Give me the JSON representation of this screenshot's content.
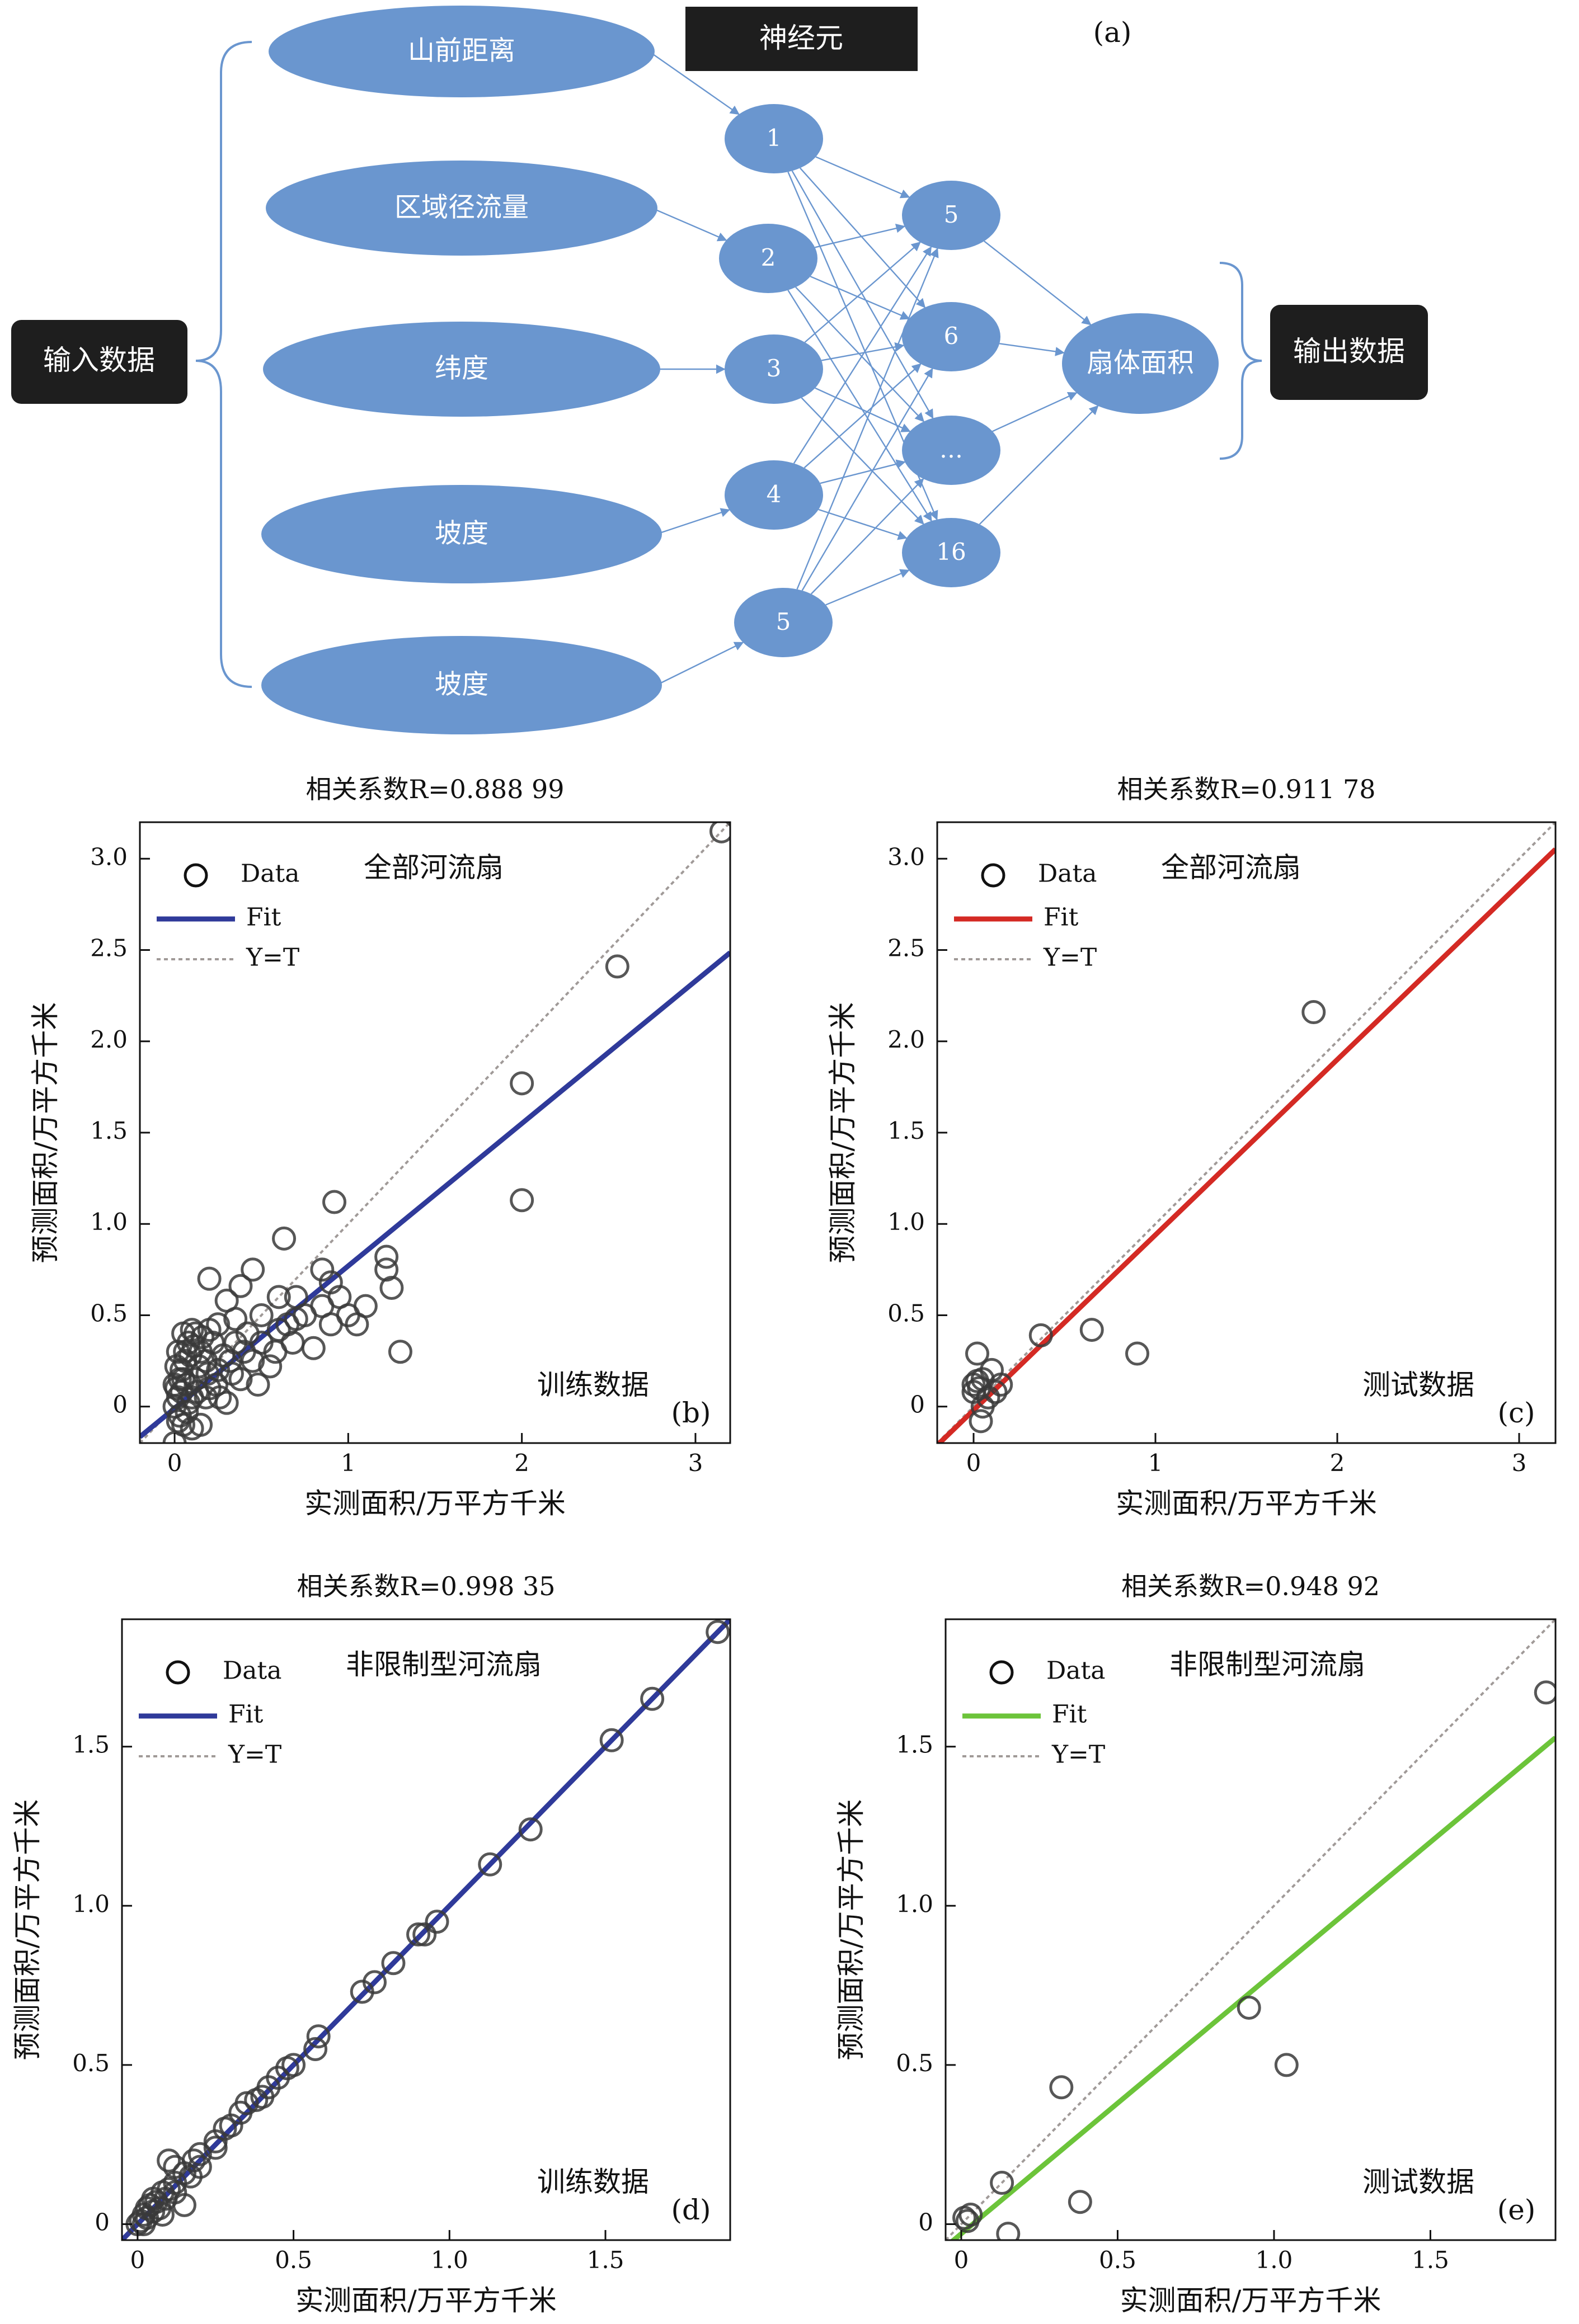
{
  "diagram": {
    "panel_label": "(a)",
    "hidden_title": "神经元",
    "input_label": "输入数据",
    "output_label": "输出数据",
    "inputs": [
      "山前距离",
      "区域径流量",
      "纬度",
      "坡度",
      "坡度"
    ],
    "layer1": [
      "1",
      "2",
      "3",
      "4",
      "5"
    ],
    "layer2": [
      "5",
      "6",
      "…",
      "16"
    ],
    "output_node": "扇体面积",
    "colors": {
      "node": "#6a96cf",
      "edge": "#6a96cf",
      "box": "#1e1e1e"
    }
  },
  "chart_data": [
    {
      "type": "scatter",
      "title": "相关系数R=0.888 99",
      "panel": "(b)",
      "annotation": "全部河流扇",
      "subset": "训练数据",
      "xlabel": "实测面积/万平方千米",
      "ylabel": "预测面积/万平方千米",
      "xlim": [
        -0.2,
        3.2
      ],
      "ylim": [
        -0.2,
        3.2
      ],
      "xticks": [
        "0",
        "1",
        "2",
        "3"
      ],
      "yticks": [
        "0",
        "0.5",
        "1.0",
        "1.5",
        "2.0",
        "2.5",
        "3.0"
      ],
      "legend": [
        "Data",
        "Fit",
        "Y=T"
      ],
      "fit_color": "#2f3a9a",
      "fit": {
        "slope": 0.78,
        "intercept": -0.01
      },
      "points": [
        [
          3.15,
          3.15
        ],
        [
          2.55,
          2.41
        ],
        [
          2.0,
          1.77
        ],
        [
          2.0,
          1.13
        ],
        [
          0.92,
          1.12
        ],
        [
          0.63,
          0.92
        ],
        [
          1.22,
          0.82
        ],
        [
          1.22,
          0.75
        ],
        [
          1.25,
          0.65
        ],
        [
          1.3,
          0.3
        ],
        [
          0.85,
          0.75
        ],
        [
          0.7,
          0.6
        ],
        [
          0.75,
          0.5
        ],
        [
          0.85,
          0.55
        ],
        [
          0.9,
          0.45
        ],
        [
          1.0,
          0.5
        ],
        [
          1.1,
          0.55
        ],
        [
          0.9,
          0.68
        ],
        [
          0.6,
          0.42
        ],
        [
          0.5,
          0.5
        ],
        [
          0.45,
          0.75
        ],
        [
          0.38,
          0.66
        ],
        [
          0.3,
          0.58
        ],
        [
          0.25,
          0.45
        ],
        [
          0.2,
          0.7
        ],
        [
          0.35,
          0.35
        ],
        [
          0.4,
          0.3
        ],
        [
          0.55,
          0.22
        ],
        [
          0.6,
          0.6
        ],
        [
          0.8,
          0.32
        ],
        [
          0.3,
          0.02
        ],
        [
          0.15,
          0.3
        ],
        [
          0.12,
          0.4
        ],
        [
          0.18,
          0.25
        ],
        [
          0.25,
          0.2
        ],
        [
          0.08,
          0.35
        ],
        [
          0.06,
          0.25
        ],
        [
          0.05,
          0.15
        ],
        [
          0.02,
          0.05
        ],
        [
          0.0,
          0.0
        ],
        [
          0.03,
          -0.05
        ],
        [
          0.05,
          -0.1
        ],
        [
          0.1,
          -0.12
        ],
        [
          0.15,
          -0.1
        ],
        [
          0.0,
          -0.2
        ],
        [
          0.02,
          0.3
        ],
        [
          0.04,
          0.2
        ],
        [
          0.07,
          0.12
        ],
        [
          0.1,
          0.05
        ],
        [
          0.12,
          0.15
        ],
        [
          0.2,
          0.1
        ],
        [
          0.22,
          0.35
        ],
        [
          0.28,
          0.28
        ],
        [
          0.33,
          0.18
        ],
        [
          0.45,
          0.25
        ],
        [
          0.5,
          0.35
        ],
        [
          0.65,
          0.45
        ],
        [
          0.7,
          0.48
        ],
        [
          0.01,
          0.1
        ],
        [
          0.03,
          0.15
        ],
        [
          0.08,
          0.02
        ],
        [
          0.14,
          0.22
        ],
        [
          0.18,
          0.05
        ],
        [
          0.24,
          0.12
        ],
        [
          0.06,
          0.3
        ],
        [
          0.09,
          0.28
        ],
        [
          0.11,
          0.33
        ],
        [
          0.16,
          0.38
        ],
        [
          0.01,
          0.22
        ],
        [
          0.02,
          -0.08
        ],
        [
          0.04,
          0.08
        ],
        [
          0.13,
          0.08
        ],
        [
          0.19,
          0.18
        ],
        [
          0.35,
          0.48
        ],
        [
          0.42,
          0.4
        ],
        [
          0.48,
          0.12
        ],
        [
          0.58,
          0.3
        ],
        [
          0.68,
          0.35
        ],
        [
          0.95,
          0.6
        ],
        [
          1.05,
          0.45
        ],
        [
          0.26,
          0.05
        ],
        [
          0.32,
          0.25
        ],
        [
          0.38,
          0.15
        ],
        [
          0.07,
          -0.03
        ],
        [
          0.0,
          0.12
        ],
        [
          0.05,
          0.4
        ],
        [
          0.1,
          0.42
        ],
        [
          0.2,
          0.42
        ]
      ]
    },
    {
      "type": "scatter",
      "title": "相关系数R=0.911 78",
      "panel": "(c)",
      "annotation": "全部河流扇",
      "subset": "测试数据",
      "xlabel": "实测面积/万平方千米",
      "ylabel": "预测面积/万平方千米",
      "xlim": [
        -0.2,
        3.2
      ],
      "ylim": [
        -0.2,
        3.2
      ],
      "xticks": [
        "0",
        "1",
        "2",
        "3"
      ],
      "yticks": [
        "0",
        "0.5",
        "1.0",
        "1.5",
        "2.0",
        "2.5",
        "3.0"
      ],
      "legend": [
        "Data",
        "Fit",
        "Y=T"
      ],
      "fit_color": "#d42a24",
      "fit": {
        "slope": 0.96,
        "intercept": -0.02
      },
      "points": [
        [
          1.87,
          2.16
        ],
        [
          0.65,
          0.42
        ],
        [
          0.9,
          0.29
        ],
        [
          0.37,
          0.39
        ],
        [
          0.02,
          0.29
        ],
        [
          0.1,
          0.2
        ],
        [
          0.05,
          0.15
        ],
        [
          0.0,
          0.12
        ],
        [
          0.03,
          0.1
        ],
        [
          0.08,
          0.05
        ],
        [
          0.12,
          0.08
        ],
        [
          0.15,
          0.12
        ],
        [
          0.05,
          0.0
        ],
        [
          0.0,
          0.08
        ],
        [
          0.04,
          -0.08
        ],
        [
          0.02,
          0.14
        ]
      ]
    },
    {
      "type": "scatter",
      "title": "相关系数R=0.998 35",
      "panel": "(d)",
      "annotation": "非限制型河流扇",
      "subset": "训练数据",
      "xlabel": "实测面积/万平方千米",
      "ylabel": "预测面积/万平方千米",
      "xlim": [
        -0.05,
        1.9
      ],
      "ylim": [
        -0.05,
        1.9
      ],
      "xticks": [
        "0",
        "0.5",
        "1.0",
        "1.5"
      ],
      "yticks": [
        "0",
        "0.5",
        "1.0",
        "1.5"
      ],
      "legend": [
        "Data",
        "Fit",
        "Y=T"
      ],
      "fit_color": "#2f3a9a",
      "fit": {
        "slope": 1.0,
        "intercept": 0.0
      },
      "points": [
        [
          1.86,
          1.86
        ],
        [
          1.65,
          1.65
        ],
        [
          1.52,
          1.52
        ],
        [
          1.26,
          1.24
        ],
        [
          1.13,
          1.13
        ],
        [
          0.96,
          0.95
        ],
        [
          0.92,
          0.91
        ],
        [
          0.9,
          0.91
        ],
        [
          0.82,
          0.82
        ],
        [
          0.76,
          0.76
        ],
        [
          0.72,
          0.73
        ],
        [
          0.58,
          0.59
        ],
        [
          0.57,
          0.55
        ],
        [
          0.5,
          0.5
        ],
        [
          0.48,
          0.49
        ],
        [
          0.45,
          0.46
        ],
        [
          0.42,
          0.43
        ],
        [
          0.38,
          0.39
        ],
        [
          0.35,
          0.38
        ],
        [
          0.33,
          0.35
        ],
        [
          0.3,
          0.31
        ],
        [
          0.28,
          0.3
        ],
        [
          0.25,
          0.26
        ],
        [
          0.2,
          0.22
        ],
        [
          0.2,
          0.18
        ],
        [
          0.18,
          0.2
        ],
        [
          0.17,
          0.15
        ],
        [
          0.15,
          0.16
        ],
        [
          0.12,
          0.13
        ],
        [
          0.12,
          0.1
        ],
        [
          0.1,
          0.11
        ],
        [
          0.09,
          0.08
        ],
        [
          0.08,
          0.1
        ],
        [
          0.07,
          0.05
        ],
        [
          0.06,
          0.07
        ],
        [
          0.05,
          0.04
        ],
        [
          0.04,
          0.06
        ],
        [
          0.03,
          0.02
        ],
        [
          0.02,
          0.03
        ],
        [
          0.01,
          0.01
        ],
        [
          0.0,
          0.0
        ],
        [
          0.12,
          0.18
        ],
        [
          0.15,
          0.06
        ],
        [
          0.08,
          0.03
        ],
        [
          0.25,
          0.24
        ],
        [
          0.4,
          0.4
        ],
        [
          0.1,
          0.2
        ],
        [
          0.05,
          0.08
        ],
        [
          0.03,
          0.05
        ],
        [
          0.02,
          0.0
        ]
      ]
    },
    {
      "type": "scatter",
      "title": "相关系数R=0.948 92",
      "panel": "(e)",
      "annotation": "非限制型河流扇",
      "subset": "测试数据",
      "xlabel": "实测面积/万平方千米",
      "ylabel": "预测面积/万平方千米",
      "xlim": [
        -0.05,
        1.9
      ],
      "ylim": [
        -0.05,
        1.9
      ],
      "xticks": [
        "0",
        "0.5",
        "1.0",
        "1.5"
      ],
      "yticks": [
        "0",
        "0.5",
        "1.0",
        "1.5"
      ],
      "legend": [
        "Data",
        "Fit",
        "Y=T"
      ],
      "fit_color": "#6cc43a",
      "fit": {
        "slope": 0.82,
        "intercept": -0.03
      },
      "points": [
        [
          1.87,
          1.67
        ],
        [
          0.92,
          0.68
        ],
        [
          1.04,
          0.5
        ],
        [
          0.32,
          0.43
        ],
        [
          0.38,
          0.07
        ],
        [
          0.13,
          0.13
        ],
        [
          0.15,
          -0.03
        ],
        [
          0.02,
          0.01
        ],
        [
          0.03,
          0.03
        ],
        [
          0.01,
          0.02
        ]
      ]
    }
  ]
}
